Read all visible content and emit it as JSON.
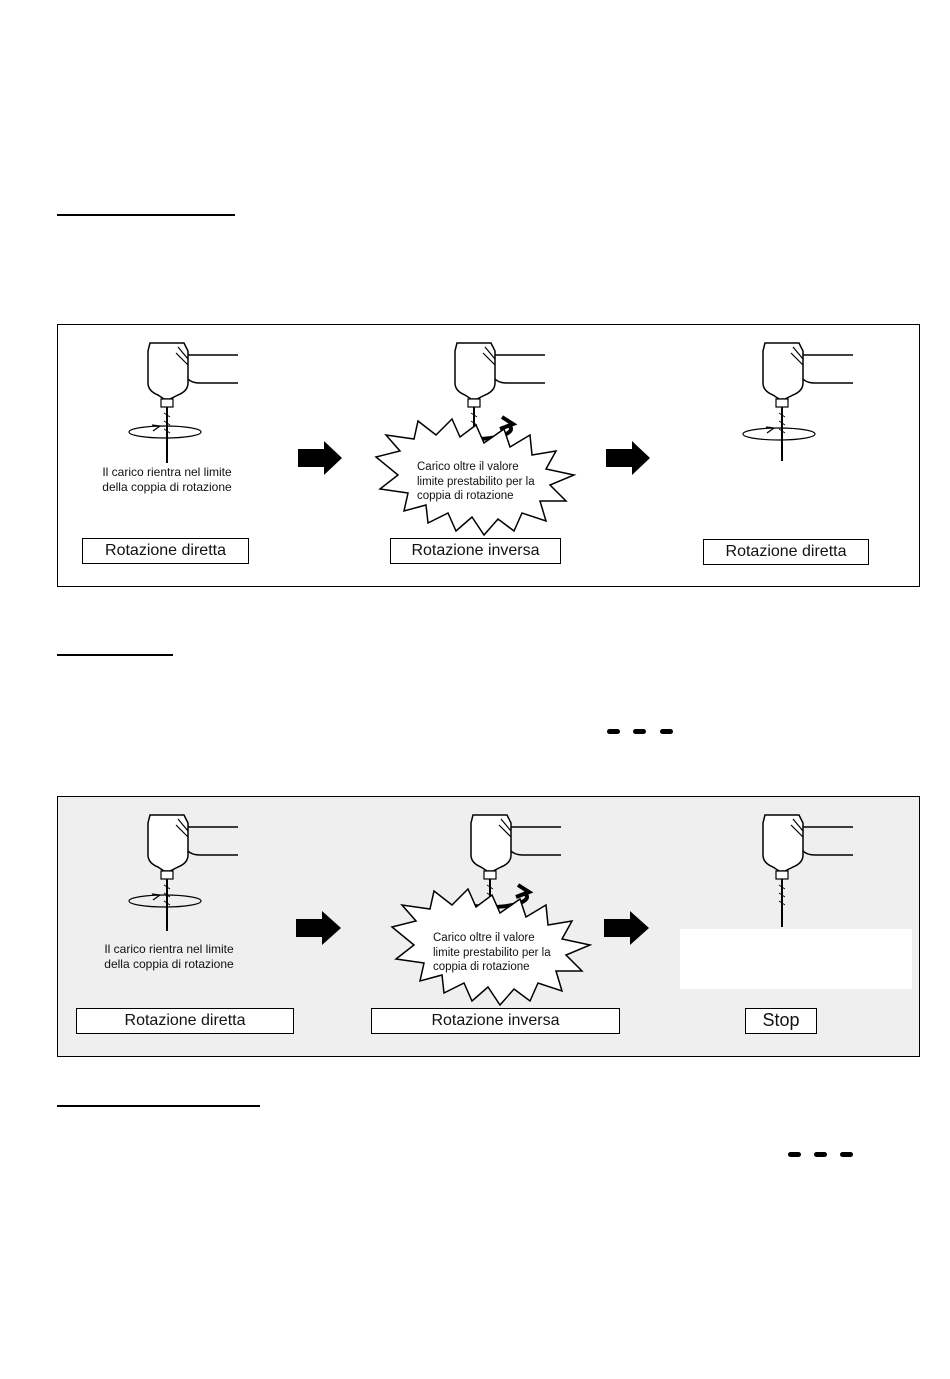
{
  "panel1": {
    "step1": {
      "caption_line1": "Il carico rientra nel limite",
      "caption_line2": "della coppia di rotazione",
      "label": "Rotazione diretta"
    },
    "step2": {
      "burst_line1": "Carico oltre il valore",
      "burst_line2": "limite prestabilito per la",
      "burst_line3": "coppia di rotazione",
      "label": "Rotazione inversa"
    },
    "step3": {
      "label": "Rotazione diretta"
    }
  },
  "panel2": {
    "step1": {
      "caption_line1": "Il carico rientra nel limite",
      "caption_line2": "della coppia di rotazione",
      "label": "Rotazione diretta"
    },
    "step2": {
      "burst_line1": "Carico oltre il valore",
      "burst_line2": "limite prestabilito per la",
      "burst_line3": "coppia di rotazione",
      "label": "Rotazione inversa"
    },
    "step3": {
      "label": "Stop"
    }
  },
  "icons": {
    "arrow": "right-arrow-icon",
    "handpiece": "contra-angle-handpiece-icon",
    "rotation": "rotation-arrow-icon",
    "burst": "starburst-icon"
  }
}
